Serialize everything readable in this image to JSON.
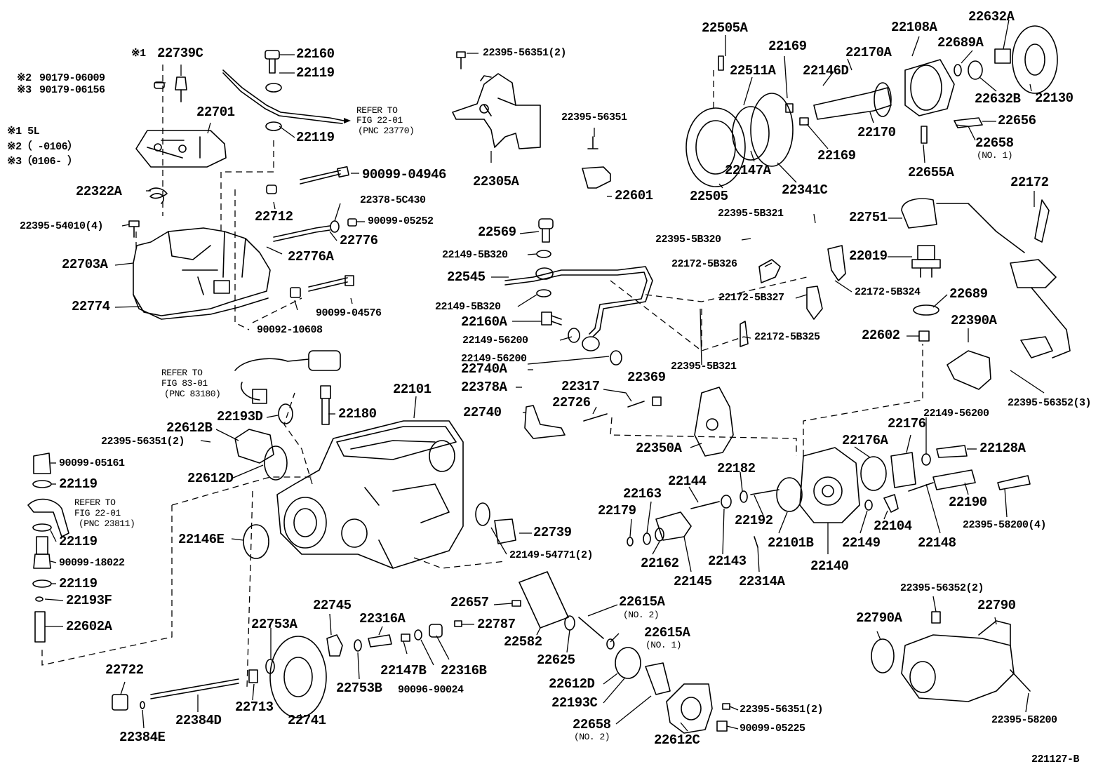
{
  "diagram": {
    "figure_number": "221127-B",
    "notes": {
      "n1": "※1 5L",
      "n2": "※2（    -0106）",
      "n3": "※3（0106-    ）",
      "m1": "※1",
      "m2": "※2",
      "m3": "※3"
    },
    "refs": {
      "r1": {
        "a": "REFER TO",
        "b": "FIG 22-01",
        "c": "(PNC 23770)"
      },
      "r2": {
        "a": "REFER TO",
        "b": "FIG 83-01",
        "c": "(PNC 83180)"
      },
      "r3": {
        "a": "REFER TO",
        "b": "FIG 22-01",
        "c": "(PNC 23811)"
      }
    },
    "labels": {
      "p22739C": "22739C",
      "p90179_06009": "90179-06009",
      "p90179_06156": "90179-06156",
      "p22160": "22160",
      "p22119a": "22119",
      "p22119b": "22119",
      "p22701": "22701",
      "p22322A": "22322A",
      "p90099_04946": "90099-04946",
      "p22378_5C430": "22378-5C430",
      "p90099_05252": "90099-05252",
      "p22712": "22712",
      "p22395_54010": "22395-54010(4)",
      "p22776": "22776",
      "p22776A": "22776A",
      "p22703A": "22703A",
      "p22774": "22774",
      "p90099_04576": "90099-04576",
      "p90092_10608": "90092-10608",
      "p22395_56351_2a": "22395-56351(2)",
      "p22305A": "22305A",
      "p22395_56351": "22395-56351",
      "p22601": "22601",
      "p22569": "22569",
      "p22149_5B320a": "22149-5B320",
      "p22545": "22545",
      "p22149_5B320b": "22149-5B320",
      "p22160A": "22160A",
      "p22149_56200a": "22149-56200",
      "p22149_56200b": "22149-56200",
      "p22740A": "22740A",
      "p22378A": "22378A",
      "p22740": "22740",
      "p22317": "22317",
      "p22369": "22369",
      "p22726": "22726",
      "p22350A": "22350A",
      "p22505A": "22505A",
      "p22169a": "22169",
      "p22170A": "22170A",
      "p22108A": "22108A",
      "p22632A": "22632A",
      "p22511A": "22511A",
      "p22146D": "22146D",
      "p22689A": "22689A",
      "p22632B": "22632B",
      "p22130": "22130",
      "p22656": "22656",
      "p22658_1": "22658",
      "p_no1a": "(NO. 1)",
      "p22170": "22170",
      "p22169b": "22169",
      "p22147A": "22147A",
      "p22341C": "22341C",
      "p22505": "22505",
      "p22655A": "22655A",
      "p22172": "22172",
      "p22395_5B321a": "22395-5B321",
      "p22751": "22751",
      "p22395_5B320": "22395-5B320",
      "p22172_5B326": "22172-5B326",
      "p22019": "22019",
      "p22172_5B324": "22172-5B324",
      "p22172_5B327": "22172-5B327",
      "p22689": "22689",
      "p22172_5B325": "22172-5B325",
      "p22602": "22602",
      "p22395_5B321b": "22395-5B321",
      "p22390A": "22390A",
      "p22395_56352_3": "22395-56352(3)",
      "p22101": "22101",
      "p22180": "22180",
      "p22193D": "22193D",
      "p22612B": "22612B",
      "p22395_56351_2b": "22395-56351(2)",
      "p22612D_a": "22612D",
      "p90099_05161": "90099-05161",
      "p22119c": "22119",
      "p22119d": "22119",
      "p90099_18022": "90099-18022",
      "p22119e": "22119",
      "p22193F": "22193F",
      "p22602A": "22602A",
      "p22146E": "22146E",
      "p22739": "22739",
      "p22149_54771": "22149-54771(2)",
      "p22149_56200c": "22149-56200",
      "p22176": "22176",
      "p22176A": "22176A",
      "p22128A": "22128A",
      "p22182": "22182",
      "p22144": "22144",
      "p22163": "22163",
      "p22179": "22179",
      "p22192": "22192",
      "p22190": "22190",
      "p22395_58200_4": "22395-58200(4)",
      "p22104": "22104",
      "p22148": "22148",
      "p22149": "22149",
      "p22101B": "22101B",
      "p22143": "22143",
      "p22162": "22162",
      "p22145": "22145",
      "p22140": "22140",
      "p22314A": "22314A",
      "p22395_56352_2": "22395-56352(2)",
      "p22790": "22790",
      "p22790A": "22790A",
      "p22395_58200": "22395-58200",
      "p22657": "22657",
      "p22787": "22787",
      "p22615A_2": "22615A",
      "p_no2a": "(NO. 2)",
      "p22615A_1": "22615A",
      "p_no1b": "(NO. 1)",
      "p22745": "22745",
      "p22753A": "22753A",
      "p22316A": "22316A",
      "p22147B": "22147B",
      "p22316B": "22316B",
      "p22582": "22582",
      "p22625": "22625",
      "p22612D_b": "22612D",
      "p22193C": "22193C",
      "p22658_2": "22658",
      "p_no2b": "(NO. 2)",
      "p22612C": "22612C",
      "p22395_56351_2c": "22395-56351(2)",
      "p90099_05225": "90099-05225",
      "p22722": "22722",
      "p22753B": "22753B",
      "p90096_90024": "90096-90024",
      "p22713": "22713",
      "p22741": "22741",
      "p22384D": "22384D",
      "p22384E": "22384E"
    }
  }
}
